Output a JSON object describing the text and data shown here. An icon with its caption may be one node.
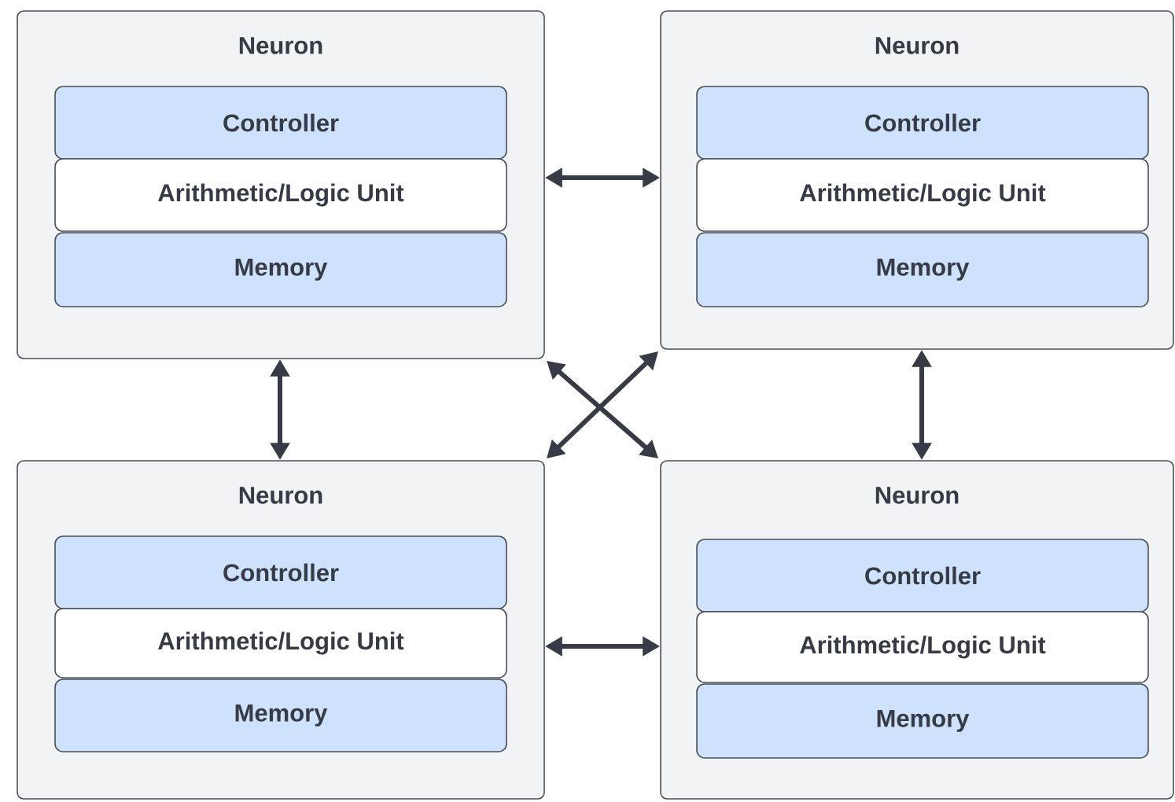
{
  "diagram": {
    "nodes": [
      {
        "text": [
          "Neuron"
        ]
      },
      {
        "text": [
          "Controller"
        ],
        "in": 0
      },
      {
        "text": [
          "Arithmetic/Logic Unit"
        ],
        "in": 0
      },
      {
        "text": [
          "Memory"
        ],
        "in": 0
      },
      {
        "text": [
          "Neuron"
        ]
      },
      {
        "text": [
          "Controller"
        ],
        "in": 4
      },
      {
        "text": [
          "Arithmetic/Logic Unit"
        ],
        "in": 4
      },
      {
        "text": [
          "Memory"
        ],
        "in": 4
      },
      {
        "text": [
          "Neuron"
        ]
      },
      {
        "text": [
          "Controller"
        ],
        "in": 8
      },
      {
        "text": [
          "Arithmetic/Logic Unit"
        ],
        "in": 8
      },
      {
        "text": [
          "Memory"
        ],
        "in": 8
      },
      {
        "text": [
          "Neuron"
        ]
      },
      {
        "text": [
          "Controller"
        ],
        "in": 12
      },
      {
        "text": [
          "Arithmetic/Logic Unit"
        ],
        "in": 12
      },
      {
        "text": [
          "Memory"
        ],
        "in": 12
      }
    ],
    "edges": [
      {
        "from": 0,
        "to": 4,
        "arrow": "both"
      },
      {
        "from": 0,
        "to": 8,
        "arrow": "both"
      },
      {
        "from": 0,
        "to": 12,
        "arrow": "both"
      },
      {
        "from": 4,
        "to": 8,
        "arrow": "both"
      },
      {
        "from": 4,
        "to": 12,
        "arrow": "both"
      },
      {
        "from": 8,
        "to": 12,
        "arrow": "both"
      }
    ]
  }
}
